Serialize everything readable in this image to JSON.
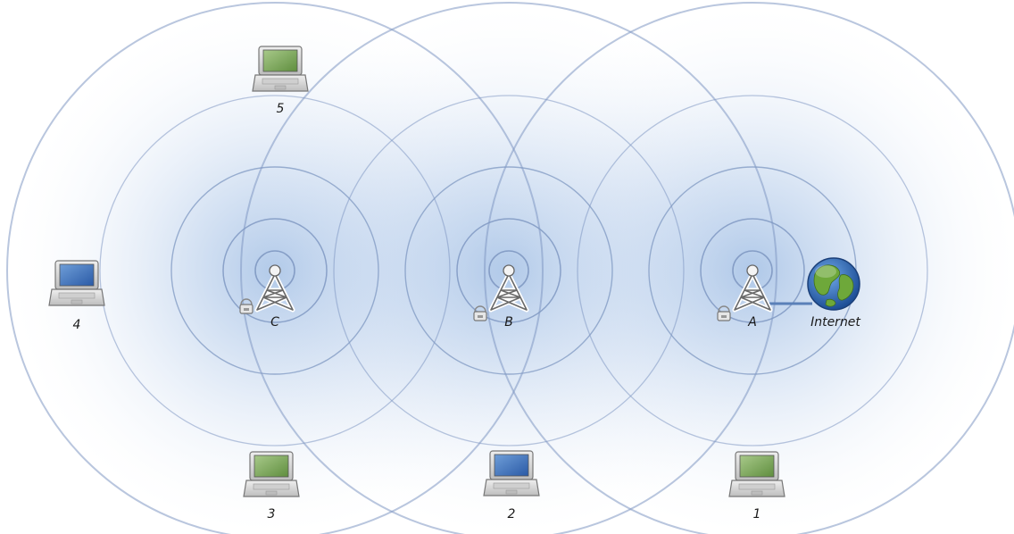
{
  "access_points": [
    {
      "label": "C"
    },
    {
      "label": "B"
    },
    {
      "label": "A"
    }
  ],
  "gateway": {
    "label": "Internet",
    "icon": "globe-icon"
  },
  "clients": [
    {
      "label": "5",
      "screen": "green"
    },
    {
      "label": "4",
      "screen": "blue"
    },
    {
      "label": "3",
      "screen": "green"
    },
    {
      "label": "2",
      "screen": "blue"
    },
    {
      "label": "1",
      "screen": "green"
    }
  ],
  "colors": {
    "ring": "#8fa6c8",
    "inner_ring": "#6f88b8",
    "glow": "#7ea6da",
    "laptop_body": "#d9d9d9",
    "screen_green": "#7da65a",
    "screen_blue": "#3a72c4",
    "ocean": "#2d64b0",
    "land": "#6ea83a"
  }
}
